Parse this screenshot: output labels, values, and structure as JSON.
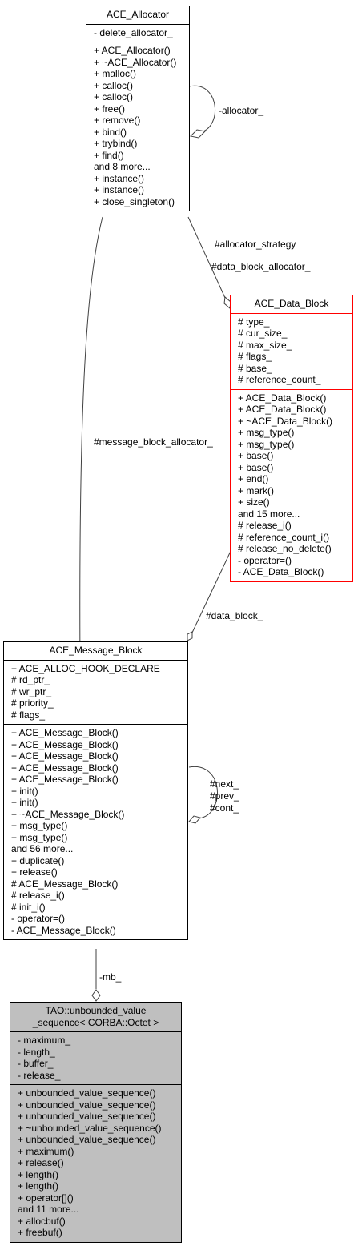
{
  "classes": {
    "allocator": {
      "name": "ACE_Allocator",
      "attributes": [
        "- delete_allocator_"
      ],
      "methods": [
        "+ ACE_Allocator()",
        "+ ~ACE_Allocator()",
        "+ malloc()",
        "+ calloc()",
        "+ calloc()",
        "+ free()",
        "+ remove()",
        "+ bind()",
        "+ trybind()",
        "+ find()",
        "and 8 more...",
        "+ instance()",
        "+ instance()",
        "+ close_singleton()"
      ]
    },
    "data_block": {
      "name": "ACE_Data_Block",
      "attributes": [
        "# type_",
        "# cur_size_",
        "# max_size_",
        "# flags_",
        "# base_",
        "# reference_count_"
      ],
      "methods": [
        "+ ACE_Data_Block()",
        "+ ACE_Data_Block()",
        "+ ~ACE_Data_Block()",
        "+ msg_type()",
        "+ msg_type()",
        "+ base()",
        "+ base()",
        "+ end()",
        "+ mark()",
        "+ size()",
        "and 15 more...",
        "# release_i()",
        "# reference_count_i()",
        "# release_no_delete()",
        "- operator=()",
        "- ACE_Data_Block()"
      ]
    },
    "message_block": {
      "name": "ACE_Message_Block",
      "attributes": [
        "+ ACE_ALLOC_HOOK_DECLARE",
        "# rd_ptr_",
        "# wr_ptr_",
        "# priority_",
        "# flags_"
      ],
      "methods": [
        "+ ACE_Message_Block()",
        "+ ACE_Message_Block()",
        "+ ACE_Message_Block()",
        "+ ACE_Message_Block()",
        "+ ACE_Message_Block()",
        "+ init()",
        "+ init()",
        "+ ~ACE_Message_Block()",
        "+ msg_type()",
        "+ msg_type()",
        "and 56 more...",
        "+ duplicate()",
        "+ release()",
        "# ACE_Message_Block()",
        "# release_i()",
        "# init_i()",
        "- operator=()",
        "- ACE_Message_Block()"
      ]
    },
    "sequence": {
      "name_line1": "TAO::unbounded_value",
      "name_line2": "_sequence< CORBA::Octet >",
      "attributes": [
        "- maximum_",
        "- length_",
        "- buffer_",
        "- release_"
      ],
      "methods": [
        "+ unbounded_value_sequence()",
        "+ unbounded_value_sequence()",
        "+ unbounded_value_sequence()",
        "+ ~unbounded_value_sequence()",
        "+ unbounded_value_sequence()",
        "+ maximum()",
        "+ release()",
        "+ length()",
        "+ length()",
        "+ operator[]()",
        "and 11 more...",
        "+ allocbuf()",
        "+ freebuf()"
      ]
    }
  },
  "edge_labels": {
    "self_allocator": "-allocator_",
    "allocator_strategy": "#allocator_strategy",
    "data_block_allocator": "#data_block_allocator_",
    "message_block_allocator": "#message_block_allocator_",
    "data_block": "#data_block_",
    "next": "#next_",
    "prev": "#prev_",
    "cont": "#cont_",
    "mb": "-mb_"
  },
  "colors": {
    "edge": "#404040",
    "focus_fill": "#bfbfbf",
    "highlight_border": "#ff0000"
  }
}
